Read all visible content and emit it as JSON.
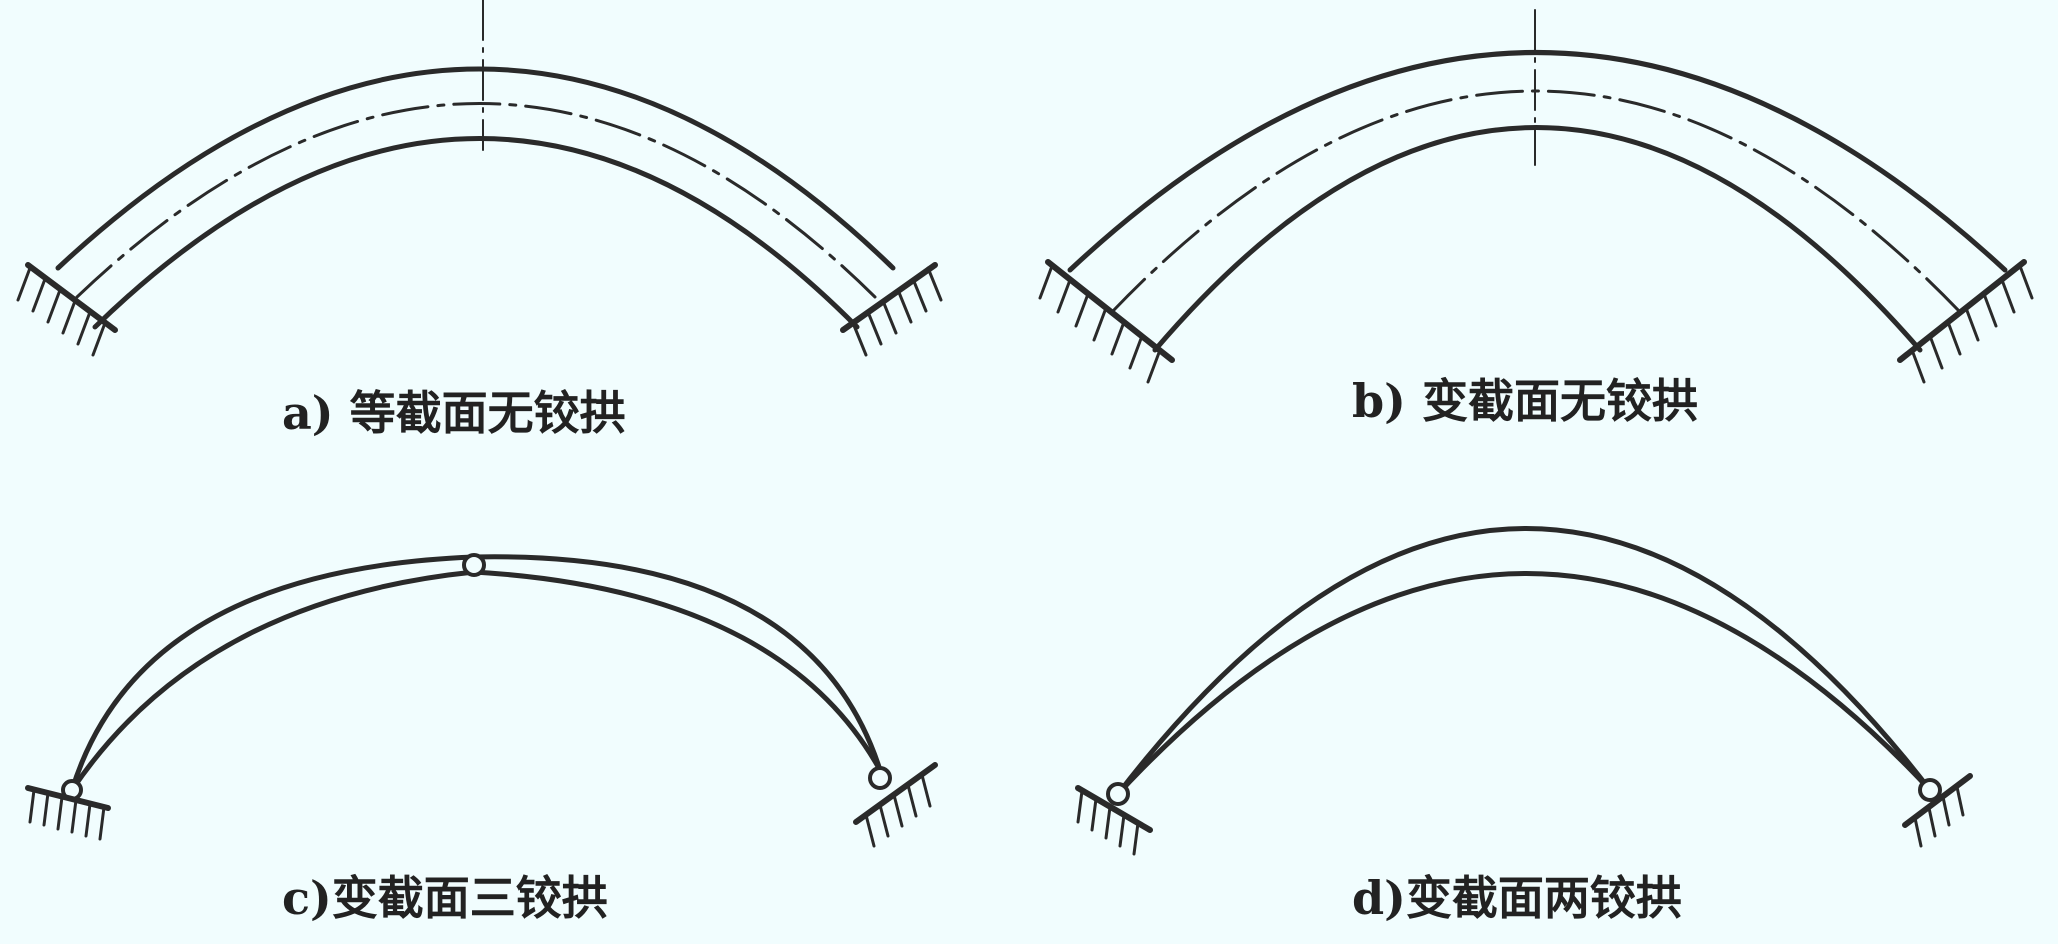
{
  "panels": [
    {
      "id": "a",
      "caption": "a) 等截面无铰拱"
    },
    {
      "id": "b",
      "caption": "b) 变截面无铰拱"
    },
    {
      "id": "c",
      "caption": "c)变截面三铰拱"
    },
    {
      "id": "d",
      "caption": "d)变截面两铰拱"
    }
  ],
  "colors": {
    "ink": "#2a2a2a",
    "background": "#f1fdfe"
  }
}
